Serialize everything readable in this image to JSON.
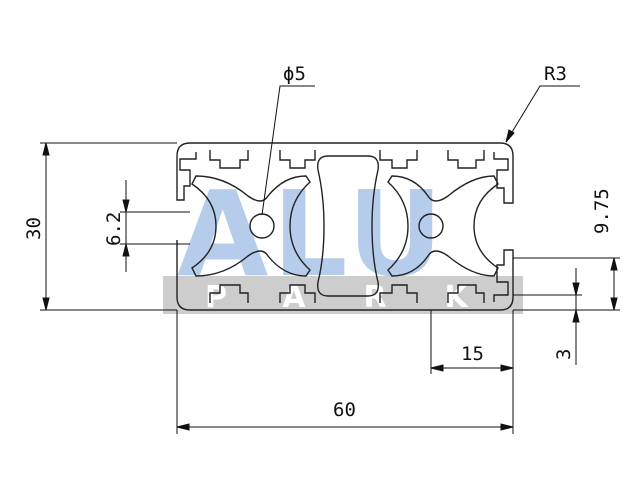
{
  "drawing": {
    "subject": "aluminium profile 30x60 cross-section",
    "watermark": {
      "main": "ALU",
      "sub": "PARK",
      "main_color": "#aec7e8",
      "band_color": "#c4c4c4"
    },
    "dimensions": {
      "diameter": "ϕ5",
      "radius": "R3",
      "height": "30",
      "slot_opening": "6.2",
      "offset": "9.75",
      "pitch": "15",
      "wall": "3",
      "width": "60"
    },
    "colors": {
      "line": "#111111",
      "profile_outline": "#222222",
      "background": "#ffffff"
    }
  }
}
